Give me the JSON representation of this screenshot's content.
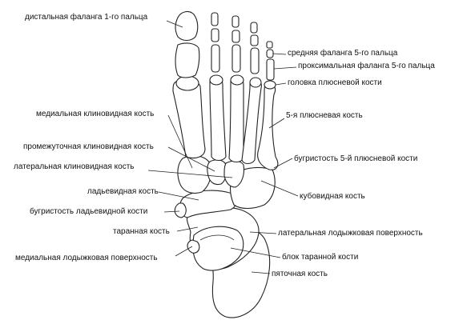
{
  "labels": {
    "distal_phalanx_1": "дистальная фаланга 1-го пальца",
    "middle_phalanx_5": "средняя фаланга 5-го пальца",
    "proximal_phalanx_5": "проксимальная фаланга 5-го пальца",
    "metatarsal_head": "головка плюсневой кости",
    "metatarsal_5": "5-я плюсневая кость",
    "medial_cuneiform": "медиальная клиновидная кость",
    "intermediate_cuneiform": "промежуточная клиновидная кость",
    "tuberosity_metatarsal_5": "бугристость 5-й плюсневой кости",
    "lateral_cuneiform": "латеральная клиновидная кость",
    "navicular": "ладьевидная кость",
    "cuboid": "кубовидная кость",
    "navicular_tuberosity": "бугристость ладьевидной кости",
    "talus": "таранная кость",
    "lateral_malleolar_surface": "латеральная лодыжковая поверхность",
    "medial_malleolar_surface": "медиальная лодыжковая поверхность",
    "talus_trochlea": "блок таранной кости",
    "calcaneus": "пяточная кость"
  },
  "colors": {
    "line": "#222222",
    "text": "#111111",
    "background": "#ffffff"
  }
}
